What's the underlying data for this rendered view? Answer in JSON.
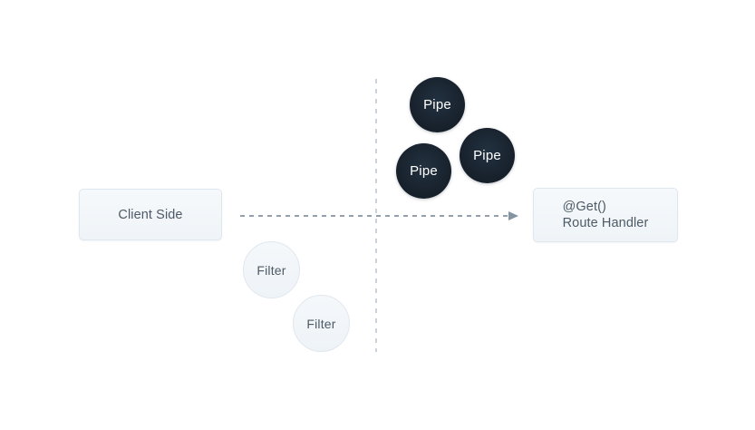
{
  "diagram": {
    "client_box": {
      "label": "Client Side"
    },
    "route_box": {
      "decorator": "@Get()",
      "name": "Route Handler"
    },
    "pipes": [
      {
        "label": "Pipe"
      },
      {
        "label": "Pipe"
      },
      {
        "label": "Pipe"
      }
    ],
    "filters": [
      {
        "label": "Filter"
      },
      {
        "label": "Filter"
      }
    ],
    "colors": {
      "background": "#ffffff",
      "pipe_fill_dark": "#141d27",
      "pipe_fill_light": "#223140",
      "pipe_text": "#ffffff",
      "node_fill": "#f3f7fa",
      "node_border": "#dfe7ee",
      "node_text": "#4d5a66",
      "arrow": "#8494a2",
      "divider": "#ccd2d9"
    }
  }
}
